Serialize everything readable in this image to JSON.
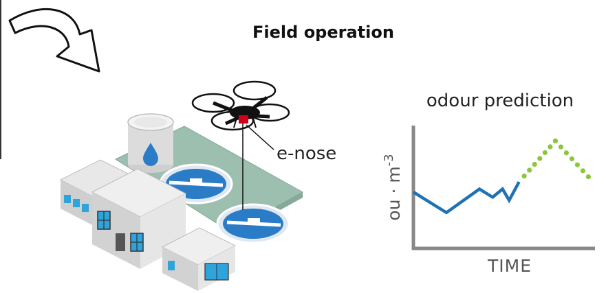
{
  "title": "Field operation",
  "drone_label": "e-nose",
  "chart": {
    "title": "odour prediction",
    "xlabel": "TIME",
    "ylabel_base": "ou · m",
    "ylabel_exp": "-3"
  },
  "colors": {
    "measured": "#1f72b4",
    "predicted": "#8cc63f",
    "ground": "#9dbfb0",
    "building": "#c9c9c9",
    "window": "#2ea3dc",
    "tank_water": "#2b7cc7",
    "drone_sensor": "#d0021b"
  },
  "chart_data": {
    "type": "line",
    "title": "odour prediction",
    "xlabel": "TIME",
    "ylabel": "ou · m-3",
    "series": [
      {
        "style": "solid",
        "color": "#1f72b4",
        "points": [
          [
            0,
            5.5
          ],
          [
            1,
            3.5
          ],
          [
            2,
            5.8
          ],
          [
            2.4,
            5.0
          ],
          [
            2.7,
            5.8
          ],
          [
            2.9,
            4.7
          ],
          [
            3.2,
            6.5
          ]
        ]
      },
      {
        "style": "dotted",
        "color": "#8cc63f",
        "points": [
          [
            3.2,
            6.5
          ],
          [
            4.3,
            10.5
          ],
          [
            5.3,
            7.0
          ]
        ]
      }
    ],
    "xlim": [
      0,
      5.5
    ],
    "ylim": [
      0,
      12
    ]
  }
}
